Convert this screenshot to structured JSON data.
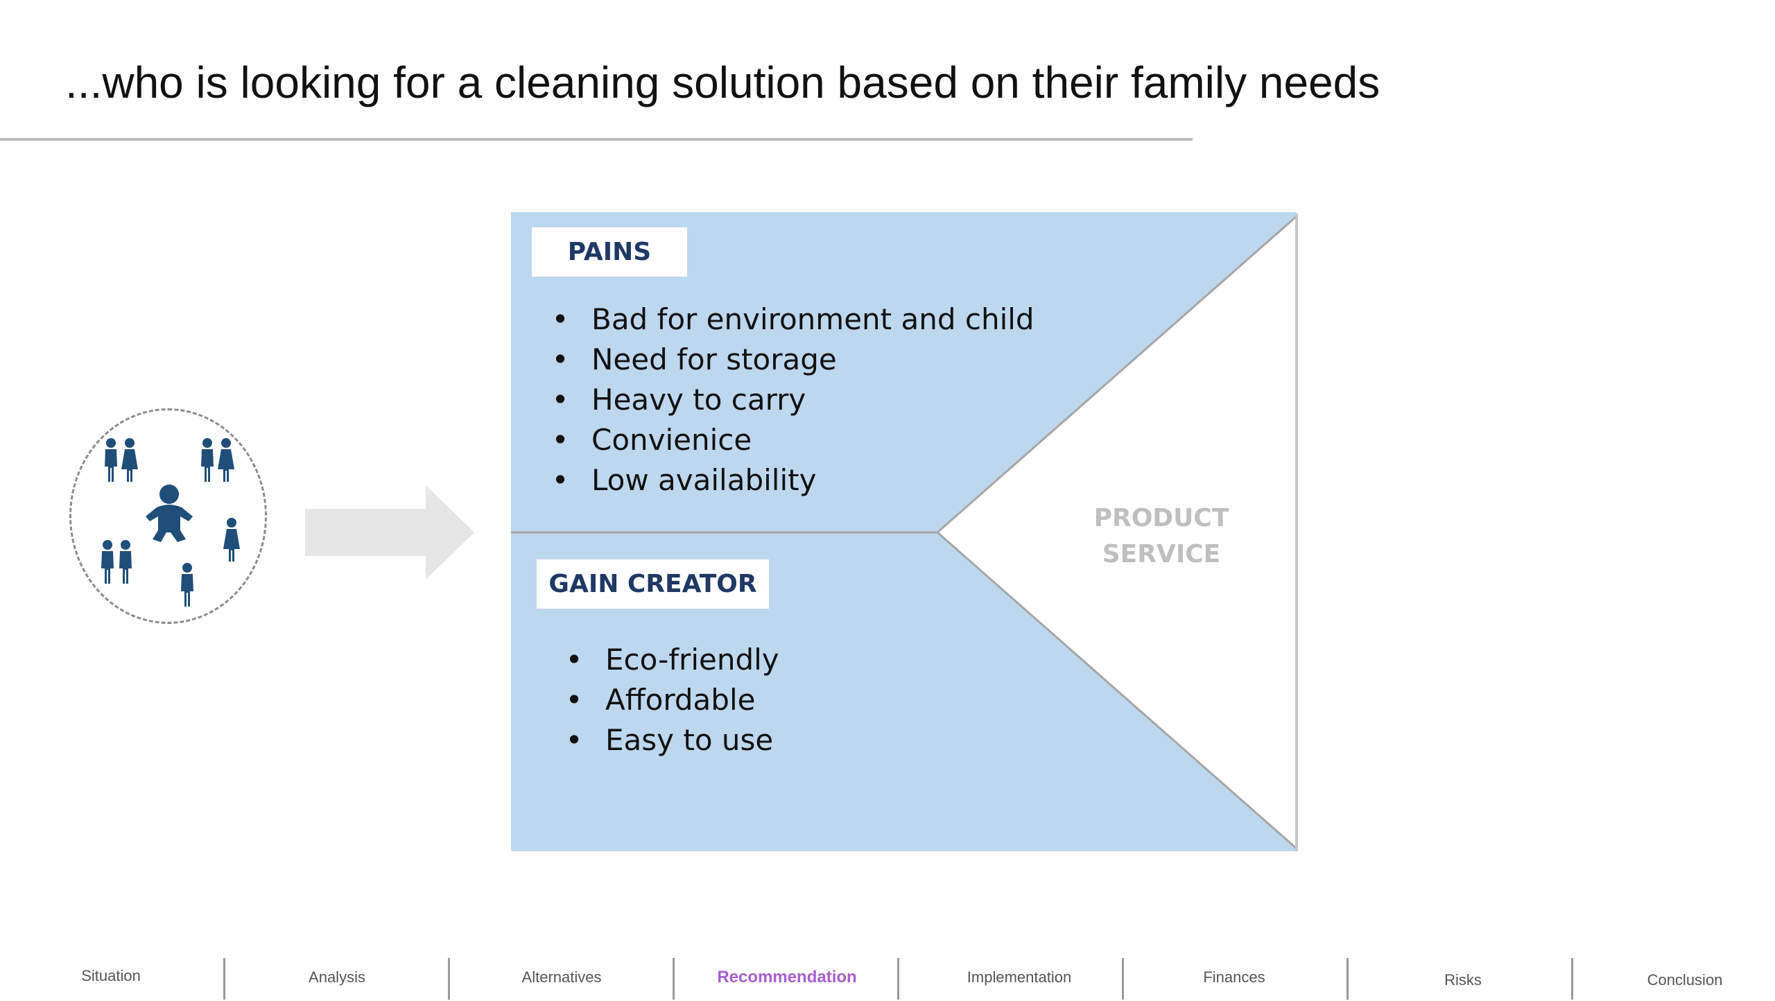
{
  "slide": {
    "title": "...who is looking for a cleaning solution based on their family needs"
  },
  "canvas": {
    "fill_color": "#bdd7ee",
    "line_color": "#a6a6a6",
    "pains": {
      "label": "PAINS",
      "items": [
        "Bad for environment and child",
        "Need for storage",
        "Heavy to carry",
        "Convienice",
        "Low availability"
      ]
    },
    "gain_creator": {
      "label": "GAIN CREATOR",
      "items": [
        "Eco-friendly",
        "Affordable",
        "Easy to use"
      ]
    },
    "product": {
      "line1": "PRODUCT",
      "line2": "SERVICE"
    }
  },
  "segment": {
    "icon_color": "#1f4e79",
    "icons": [
      "baby-icon",
      "couple-icon",
      "parent-icon",
      "child-icon"
    ]
  },
  "nav": {
    "active": "Recommendation",
    "active_color": "#a85fcf",
    "items": [
      "Situation",
      "Analysis",
      "Alternatives",
      "Recommendation",
      "Implementation",
      "Finances",
      "Risks",
      "Conclusion"
    ]
  }
}
